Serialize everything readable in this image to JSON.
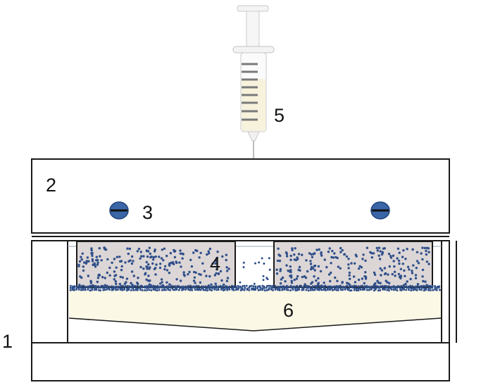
{
  "labels": {
    "l1": "1",
    "l2": "2",
    "l3": "3",
    "l4": "4",
    "l5": "5",
    "l6": "6"
  },
  "colors": {
    "outline": "#1a1a1a",
    "screw": "#3a66a8",
    "particles": "#2f4f8a",
    "chamber_fill": "#dcd6d6",
    "gel_fill": "#fbf8e6",
    "syringe_liquid": "#f7f2dc",
    "syringe_marks": "#777777"
  }
}
